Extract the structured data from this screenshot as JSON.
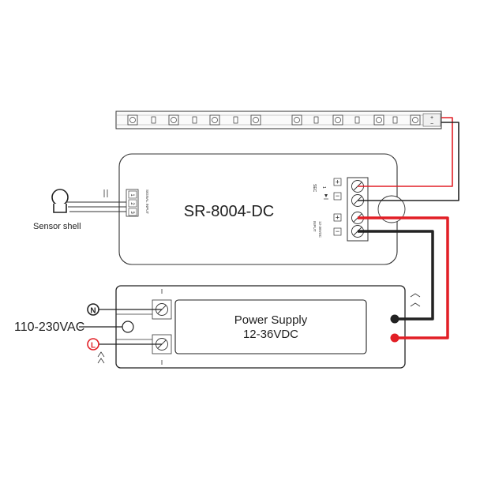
{
  "controller": {
    "model": "SR-8004-DC",
    "signal_input_label": "SIGNAL INPUT",
    "pins": [
      "1",
      "2",
      "3"
    ],
    "terminal_labels": {
      "sec": "SEC",
      "sec_number": "1",
      "input": "INPUT",
      "input_voltage": "12-36VDC",
      "plus": "+",
      "minus": "−"
    }
  },
  "sensor": {
    "label": "Sensor shell"
  },
  "power_supply": {
    "title": "Power Supply",
    "voltage": "12-36VDC"
  },
  "mains": {
    "voltage_label": "110-230VAC",
    "neutral": "N",
    "live": "L"
  },
  "led_strip": {
    "plus": "+",
    "minus": "−"
  },
  "colors": {
    "positive_wire": "#e21f26",
    "negative_wire": "#222222",
    "outline": "#333333",
    "live_marker": "#e21f26"
  }
}
